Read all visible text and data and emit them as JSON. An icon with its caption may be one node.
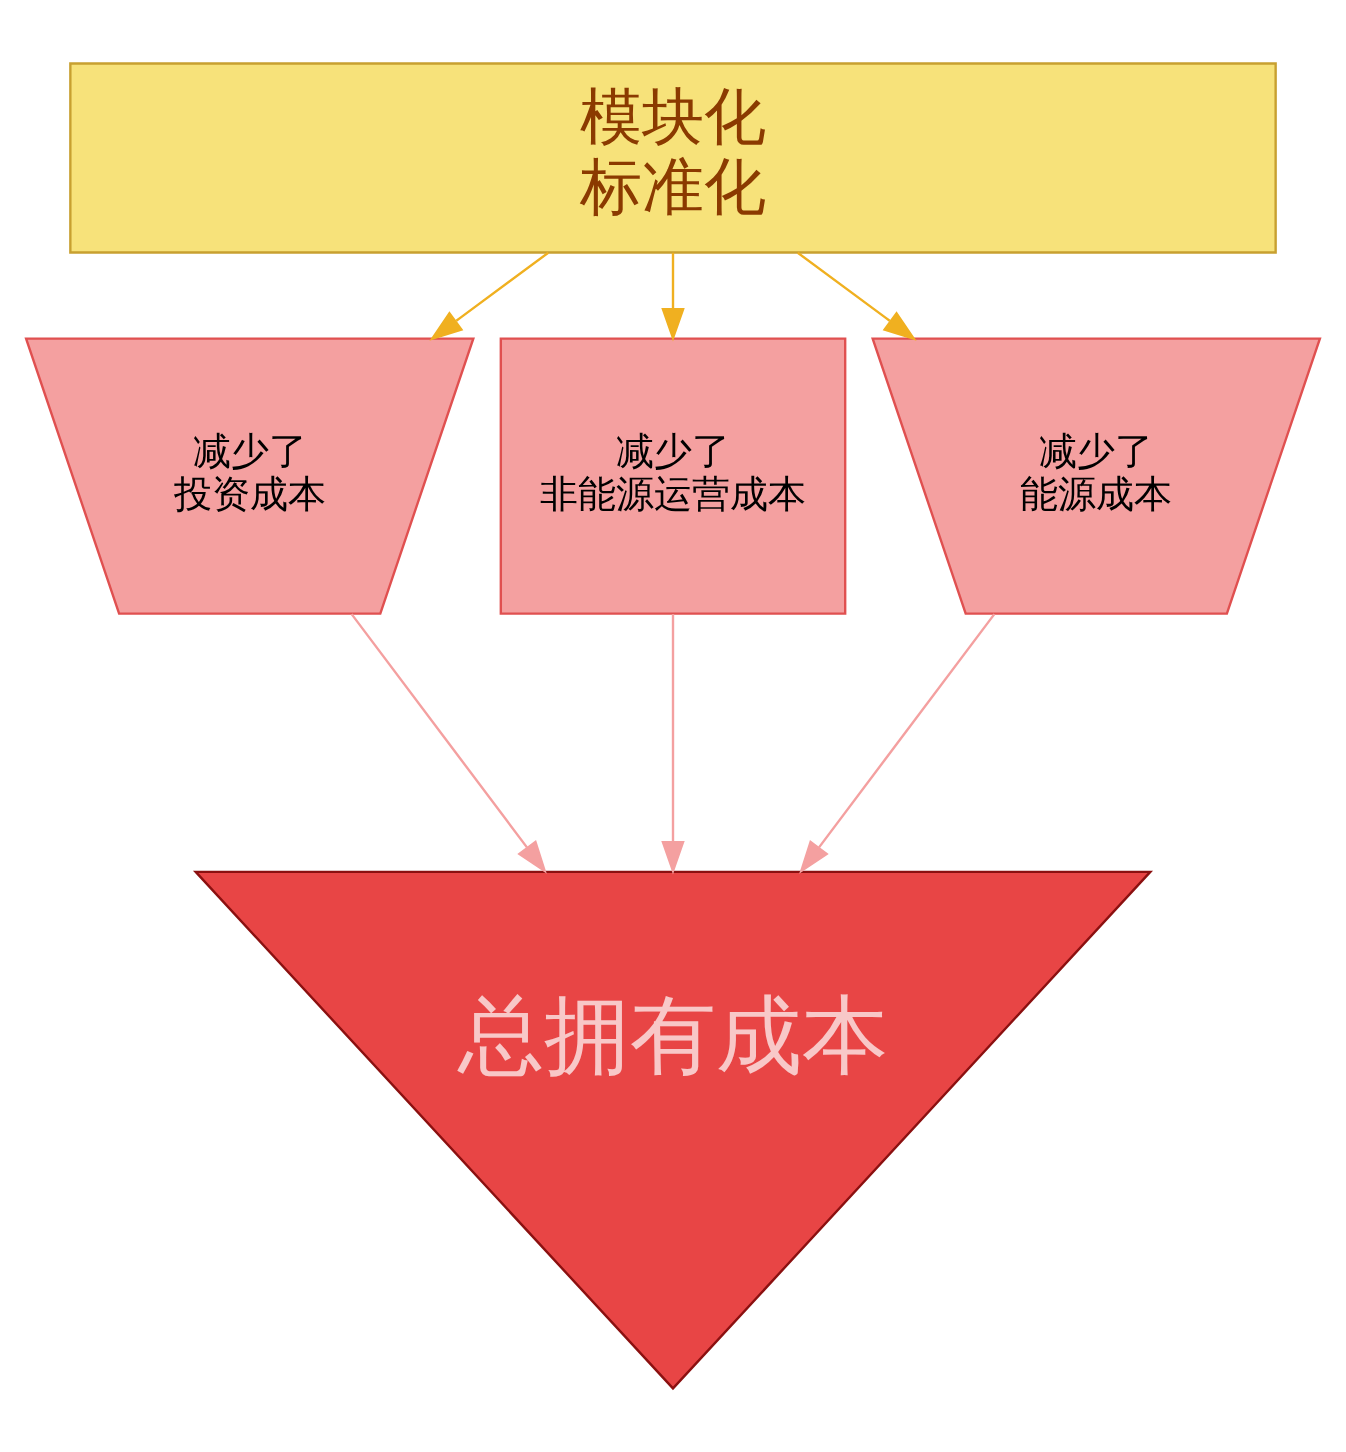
{
  "diagram": {
    "nodes": [
      {
        "text": [
          "模块化",
          "标准化"
        ]
      },
      {
        "text": [
          "减少了",
          "投资成本"
        ]
      },
      {
        "text": [
          "减少了",
          "非能源运营成本"
        ]
      },
      {
        "text": [
          "减少了",
          "能源成本"
        ]
      },
      {
        "text": [
          "总拥有成本"
        ]
      }
    ],
    "edges": [
      {
        "from": 0,
        "to": 1,
        "arrow": "to",
        "color": "#f0b020"
      },
      {
        "from": 0,
        "to": 2,
        "arrow": "to",
        "color": "#f0b020"
      },
      {
        "from": 0,
        "to": 3,
        "arrow": "to",
        "color": "#f0b020"
      },
      {
        "from": 1,
        "to": 4,
        "arrow": "to",
        "color": "#f4a0a0"
      },
      {
        "from": 2,
        "to": 4,
        "arrow": "to",
        "color": "#f4a0a0"
      },
      {
        "from": 3,
        "to": 4,
        "arrow": "to",
        "color": "#f4a0a0"
      }
    ]
  }
}
